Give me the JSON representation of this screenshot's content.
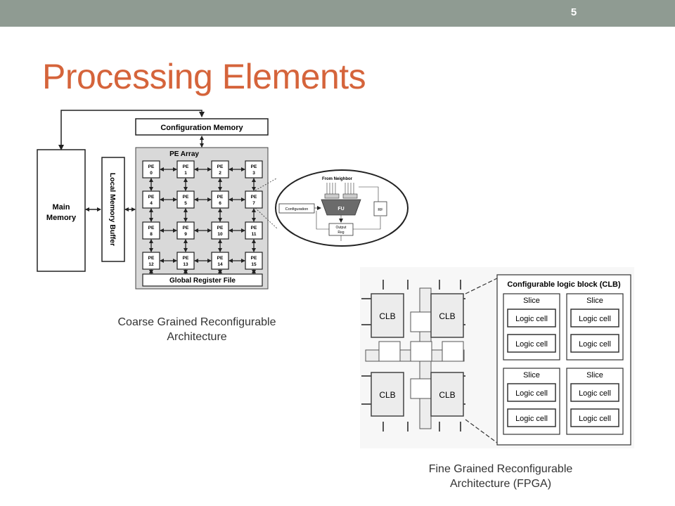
{
  "slide": {
    "page_number": "5",
    "title": "Processing Elements"
  },
  "cgra": {
    "main_memory": [
      "Main",
      "Memory"
    ],
    "local_memory_buffer": "Local Memory Buffer",
    "configuration_memory": "Configuration Memory",
    "pe_array": "PE Array",
    "global_register_file": "Global Register File",
    "pe_prefix": "PE",
    "pe_numbers": [
      "0",
      "1",
      "2",
      "3",
      "4",
      "5",
      "6",
      "7",
      "8",
      "9",
      "10",
      "11",
      "12",
      "13",
      "14",
      "15"
    ],
    "detail": {
      "from_neighbor": "From Neighbor",
      "configuration": "Configuration",
      "fu": "FU",
      "rf": "RF",
      "output_reg": [
        "Output",
        "Reg"
      ]
    },
    "caption": [
      "Coarse Grained Reconfigurable",
      "Architecture"
    ]
  },
  "fpga": {
    "clb_label": "CLB",
    "clb_block_title": "Configurable logic block (CLB)",
    "slice_label": "Slice",
    "logic_cell_label": "Logic cell",
    "caption": [
      "Fine Grained Reconfigurable",
      "Architecture (FPGA)"
    ]
  },
  "colors": {
    "topbar": "#8f9b92",
    "title": "#d5643b"
  }
}
